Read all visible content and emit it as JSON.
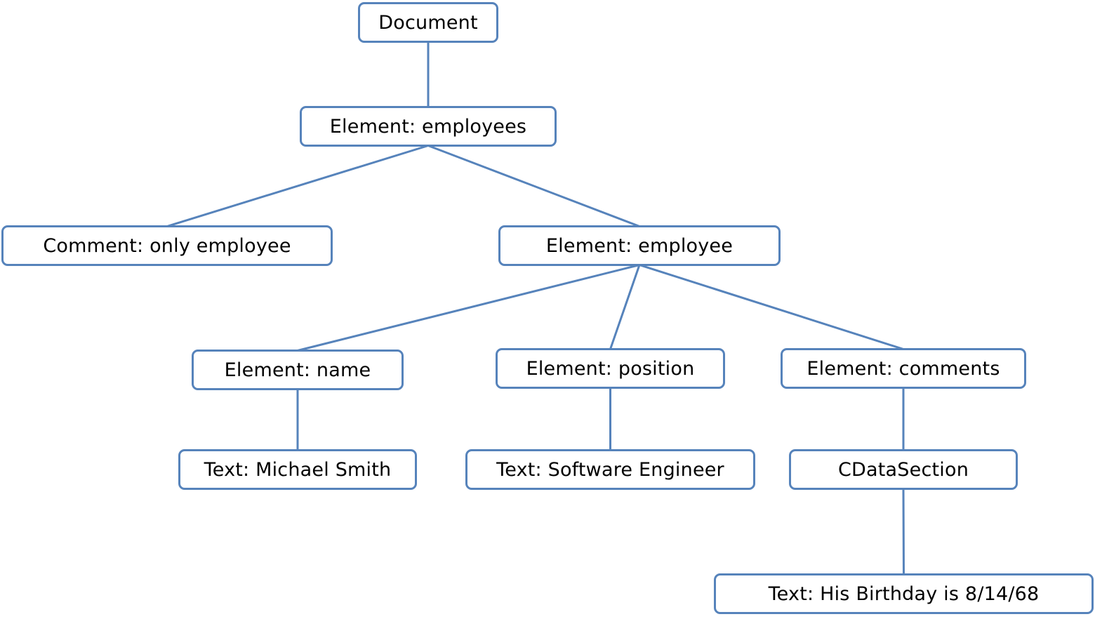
{
  "diagram": {
    "colors": {
      "stroke": "#5683bb",
      "text": "#000000",
      "background": "#ffffff"
    },
    "nodes": {
      "document": "Document",
      "employees": "Element: employees",
      "comment": "Comment: only employee",
      "employee": "Element: employee",
      "name": "Element: name",
      "position": "Element: position",
      "comments": "Element: comments",
      "text_name": "Text: Michael Smith",
      "text_position": "Text: Software Engineer",
      "cdata": "CDataSection",
      "text_birthday": "Text: His Birthday is 8/14/68"
    },
    "edges": [
      [
        "document",
        "employees"
      ],
      [
        "employees",
        "comment"
      ],
      [
        "employees",
        "employee"
      ],
      [
        "employee",
        "name"
      ],
      [
        "employee",
        "position"
      ],
      [
        "employee",
        "comments"
      ],
      [
        "name",
        "text_name"
      ],
      [
        "position",
        "text_position"
      ],
      [
        "comments",
        "cdata"
      ],
      [
        "cdata",
        "text_birthday"
      ]
    ]
  }
}
